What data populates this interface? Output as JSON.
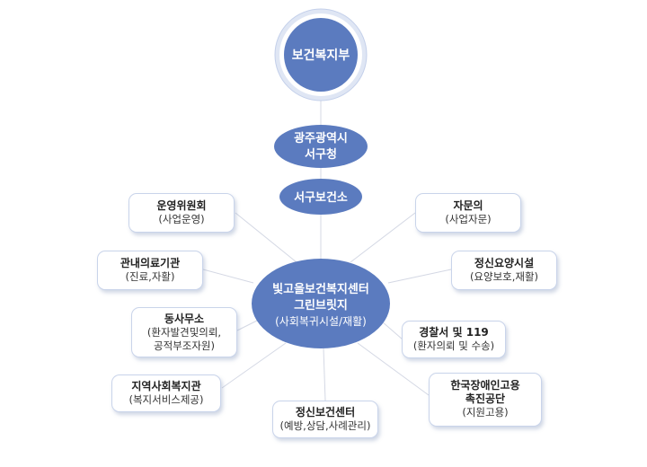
{
  "top": {
    "label": "보건복지부"
  },
  "city": {
    "line1": "광주광역시",
    "line2": "서구청"
  },
  "health_center": {
    "label": "서구보건소"
  },
  "center": {
    "line1": "빛고을보건복지센터",
    "line2": "그린브릿지",
    "line3": "(사회복귀시설/재활)"
  },
  "partners": {
    "steering": {
      "name": "운영위원회",
      "role": "(사업운영)"
    },
    "advisory": {
      "name": "자문의",
      "role": "(사업자문)"
    },
    "medical": {
      "name": "관내의료기관",
      "role": "(진료,자활)"
    },
    "nursing": {
      "name": "정신요양시설",
      "role": "(요양보호,재활)"
    },
    "dong": {
      "name": "동사무소",
      "role1": "(환자발견및의뢰,",
      "role2": "공적부조자원)"
    },
    "police": {
      "name": "경찰서 및 119",
      "role": "(환자의뢰 및 수송)"
    },
    "welfare": {
      "name": "지역사회복지관",
      "role": "(복지서비스제공)"
    },
    "disability": {
      "name1": "한국장애인고용",
      "name2": "촉진공단",
      "role": "(지원고용)"
    },
    "mental": {
      "name": "정신보건센터",
      "role": "(예방,상담,사례관리)"
    }
  },
  "colors": {
    "ellipse": "#5b7bbf",
    "ring": "#d9e2f2",
    "line": "#d4d8e4",
    "box_border": "#c9d4ea"
  }
}
